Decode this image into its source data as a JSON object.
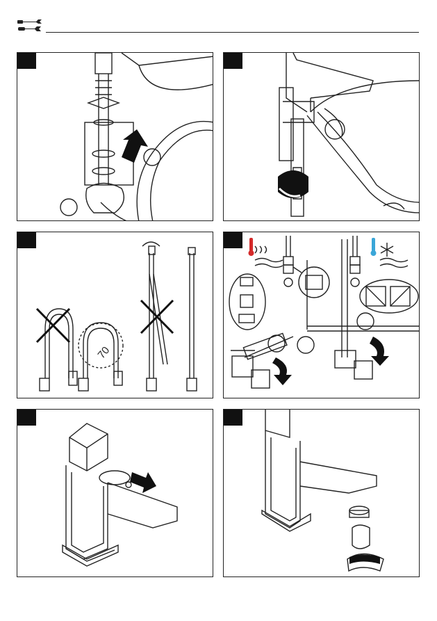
{
  "header": {
    "icon": "wrench-screwdriver-icon"
  },
  "panels": [
    {
      "id": "step-1",
      "icon": "removal-valve-nut-icon"
    },
    {
      "id": "step-2",
      "icon": "tighten-valve-nut-icon"
    },
    {
      "id": "step-3",
      "icon": "hose-bending-icon"
    },
    {
      "id": "step-4",
      "icon": "hot-cold-connection-icon"
    },
    {
      "id": "step-5",
      "icon": "handle-clip-icon"
    },
    {
      "id": "step-6",
      "icon": "aerator-icon"
    }
  ],
  "diagram": {
    "bend_diameter_label": "70",
    "hot_symbol": "thermometer-hot-icon",
    "cold_symbol": "thermometer-cold-icon",
    "snowflake": "snowflake-icon"
  },
  "colors": {
    "line": "#222222",
    "hot": "#d42a2a",
    "cold": "#3aa6d8",
    "tab": "#111111"
  }
}
